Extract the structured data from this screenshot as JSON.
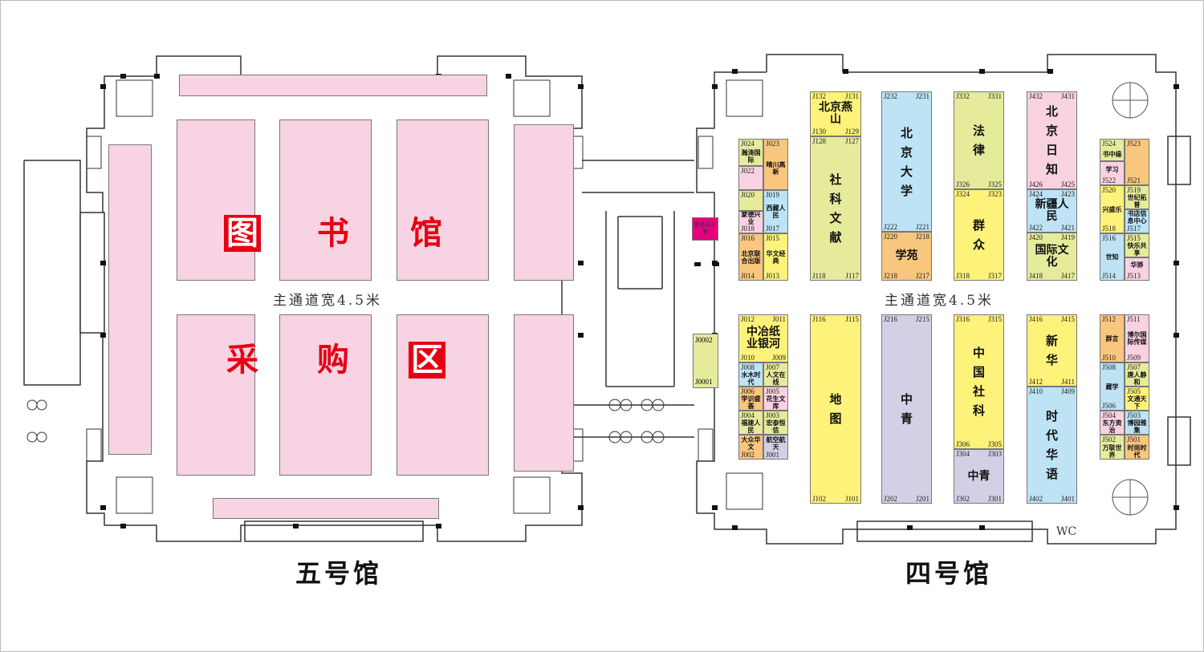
{
  "hall5": {
    "name": "五号馆",
    "aisle": "主通道宽4.5米",
    "big_chars": [
      "图",
      "书",
      "馆",
      "采",
      "购",
      "区"
    ]
  },
  "hall4": {
    "name": "四号馆",
    "aisle": "主通道宽4.5米",
    "office": "业务办公室",
    "jbox": {
      "top": "J0002",
      "bottom": "J0001"
    },
    "wc": "WC",
    "colors": {
      "yellow": "#fdf27a",
      "lime": "#e6eb9b",
      "blue": "#bde3f5",
      "orange": "#f8c67d",
      "pink": "#f9d2e2",
      "lavender": "#d5cfe6"
    },
    "booths": [
      {
        "name": "北京燕山",
        "color": "#fdf27a",
        "tl": "J132",
        "tr": "J131",
        "bl": "J130",
        "br": "J129"
      },
      {
        "name": "社科文献",
        "color": "#e6eb9b",
        "tl": "J128",
        "tr": "J127",
        "bl": "J118",
        "br": "J117"
      },
      {
        "name": "北京大学",
        "color": "#bde3f5",
        "tl": "J232",
        "tr": "J231",
        "bl": "J222",
        "br": "J221"
      },
      {
        "name": "学苑",
        "color": "#f8c67d",
        "tl": "J220",
        "tr": "J218",
        "bl": "J218",
        "br": "J217"
      },
      {
        "name": "法律",
        "color": "#e6eb9b",
        "tl": "J332",
        "tr": "J331",
        "bl": "J326",
        "br": "J325"
      },
      {
        "name": "群众",
        "color": "#fdf27a",
        "tl": "J324",
        "tr": "J323",
        "bl": "J318",
        "br": "J317"
      },
      {
        "name": "北京日知",
        "color": "#f9d2e2",
        "tl": "J432",
        "tr": "J431",
        "bl": "J426",
        "br": "J425"
      },
      {
        "name": "新疆人民",
        "color": "#bde3f5",
        "tl": "J424",
        "tr": "J423",
        "bl": "J422",
        "br": "J421"
      },
      {
        "name": "国际文化",
        "color": "#e6eb9b",
        "tl": "J420",
        "tr": "J419",
        "bl": "J418",
        "br": "J417"
      },
      {
        "name": "地图",
        "color": "#fdf27a",
        "tl": "J116",
        "tr": "J115",
        "bl": "J102",
        "br": "J101"
      },
      {
        "name": "中青",
        "color": "#d5cfe6",
        "tl": "J216",
        "tr": "J215",
        "bl": "J202",
        "br": "J201"
      },
      {
        "name": "中国社科",
        "color": "#fdf27a",
        "tl": "J316",
        "tr": "J315",
        "bl": "J306",
        "br": "J305"
      },
      {
        "name": "中青",
        "color": "#d5cfe6",
        "tl": "J304",
        "tr": "J303",
        "bl": "J302",
        "br": "J301"
      },
      {
        "name": "新华",
        "color": "#fdf27a",
        "tl": "J416",
        "tr": "J415",
        "bl": "J412",
        "br": "J411"
      },
      {
        "name": "时代华语",
        "color": "#bde3f5",
        "tl": "J410",
        "tr": "J409",
        "bl": "J402",
        "br": "J401"
      },
      {
        "name": "瀚涛国际",
        "color": "#e6eb9b",
        "tl": "J024"
      },
      {
        "name": "",
        "color": "#f9d2e2",
        "tl": "J022"
      },
      {
        "name": "晴川高新",
        "color": "#f8c67d",
        "tl": "J023"
      },
      {
        "name": "",
        "color": "#e6eb9b",
        "tl": "J020"
      },
      {
        "name": "蒙德兴业",
        "color": "#f9d2e2",
        "bl": "J018"
      },
      {
        "name": "西藏人民",
        "color": "#bde3f5",
        "tl": "J019",
        "bl": "J017"
      },
      {
        "name": "北京联合出版",
        "color": "#f8c67d",
        "tl": "J016",
        "bl": "J014"
      },
      {
        "name": "华文经典",
        "color": "#fdf27a",
        "tl": "J015",
        "bl": "J013"
      },
      {
        "name": "中冶纸业银河",
        "color": "#fdf27a",
        "tl": "J012",
        "tr": "J011",
        "bl": "J010",
        "br": "J009"
      },
      {
        "name": "水木时代",
        "color": "#bde3f5",
        "tl": "J008"
      },
      {
        "name": "人文在线",
        "color": "#e6eb9b",
        "tl": "J007"
      },
      {
        "name": "学识盛荟",
        "color": "#f8c67d",
        "tl": "J006"
      },
      {
        "name": "花生文库",
        "color": "#f9d2e2",
        "tl": "J005"
      },
      {
        "name": "福建人民",
        "color": "#e6eb9b",
        "tl": "J004"
      },
      {
        "name": "宏泰恒信",
        "color": "#e6eb9b",
        "tl": "J003"
      },
      {
        "name": "大众华文",
        "color": "#f8c67d",
        "bl": "J002"
      },
      {
        "name": "航空航天",
        "color": "#d5cfe6",
        "bl": "J001"
      },
      {
        "name": "书中缘",
        "color": "#e6eb9b",
        "tl": "J524"
      },
      {
        "name": "学习",
        "color": "#f9d2e2",
        "bl": "J522"
      },
      {
        "name": "",
        "color": "#f8c67d",
        "tl": "J523",
        "bl": "J521"
      },
      {
        "name": "兴盛乐",
        "color": "#fdf27a",
        "tl": "J520",
        "bl": "J518"
      },
      {
        "name": "世纪拓普",
        "color": "#e6eb9b",
        "tl": "J519"
      },
      {
        "name": "书店信息中心",
        "color": "#bde3f5",
        "bl": "J517"
      },
      {
        "name": "世知",
        "color": "#bde3f5",
        "tl": "J516",
        "bl": "J514"
      },
      {
        "name": "快乐共享",
        "color": "#e6eb9b",
        "tl": "J515"
      },
      {
        "name": "华骅",
        "color": "#f9d2e2",
        "bl": "J513"
      },
      {
        "name": "群言",
        "color": "#f8c67d",
        "tl": "J512",
        "bl": "J510"
      },
      {
        "name": "博尔国际传媒",
        "color": "#f9d2e2",
        "tl": "J511",
        "bl": "J509"
      },
      {
        "name": "藏学",
        "color": "#bde3f5",
        "tl": "J508",
        "bl": "J506"
      },
      {
        "name": "唐人静和",
        "color": "#e6eb9b",
        "tl": "J507"
      },
      {
        "name": "文通天下",
        "color": "#fdf27a",
        "tl": "J505"
      },
      {
        "name": "东方资治",
        "color": "#f9d2e2",
        "tl": "J504"
      },
      {
        "name": "博园雅集",
        "color": "#bde3f5",
        "tl": "J503"
      },
      {
        "name": "万联世界",
        "color": "#e6eb9b",
        "tl": "J502"
      },
      {
        "name": "时尚时代",
        "color": "#f8c67d",
        "tl": "J501"
      }
    ]
  }
}
